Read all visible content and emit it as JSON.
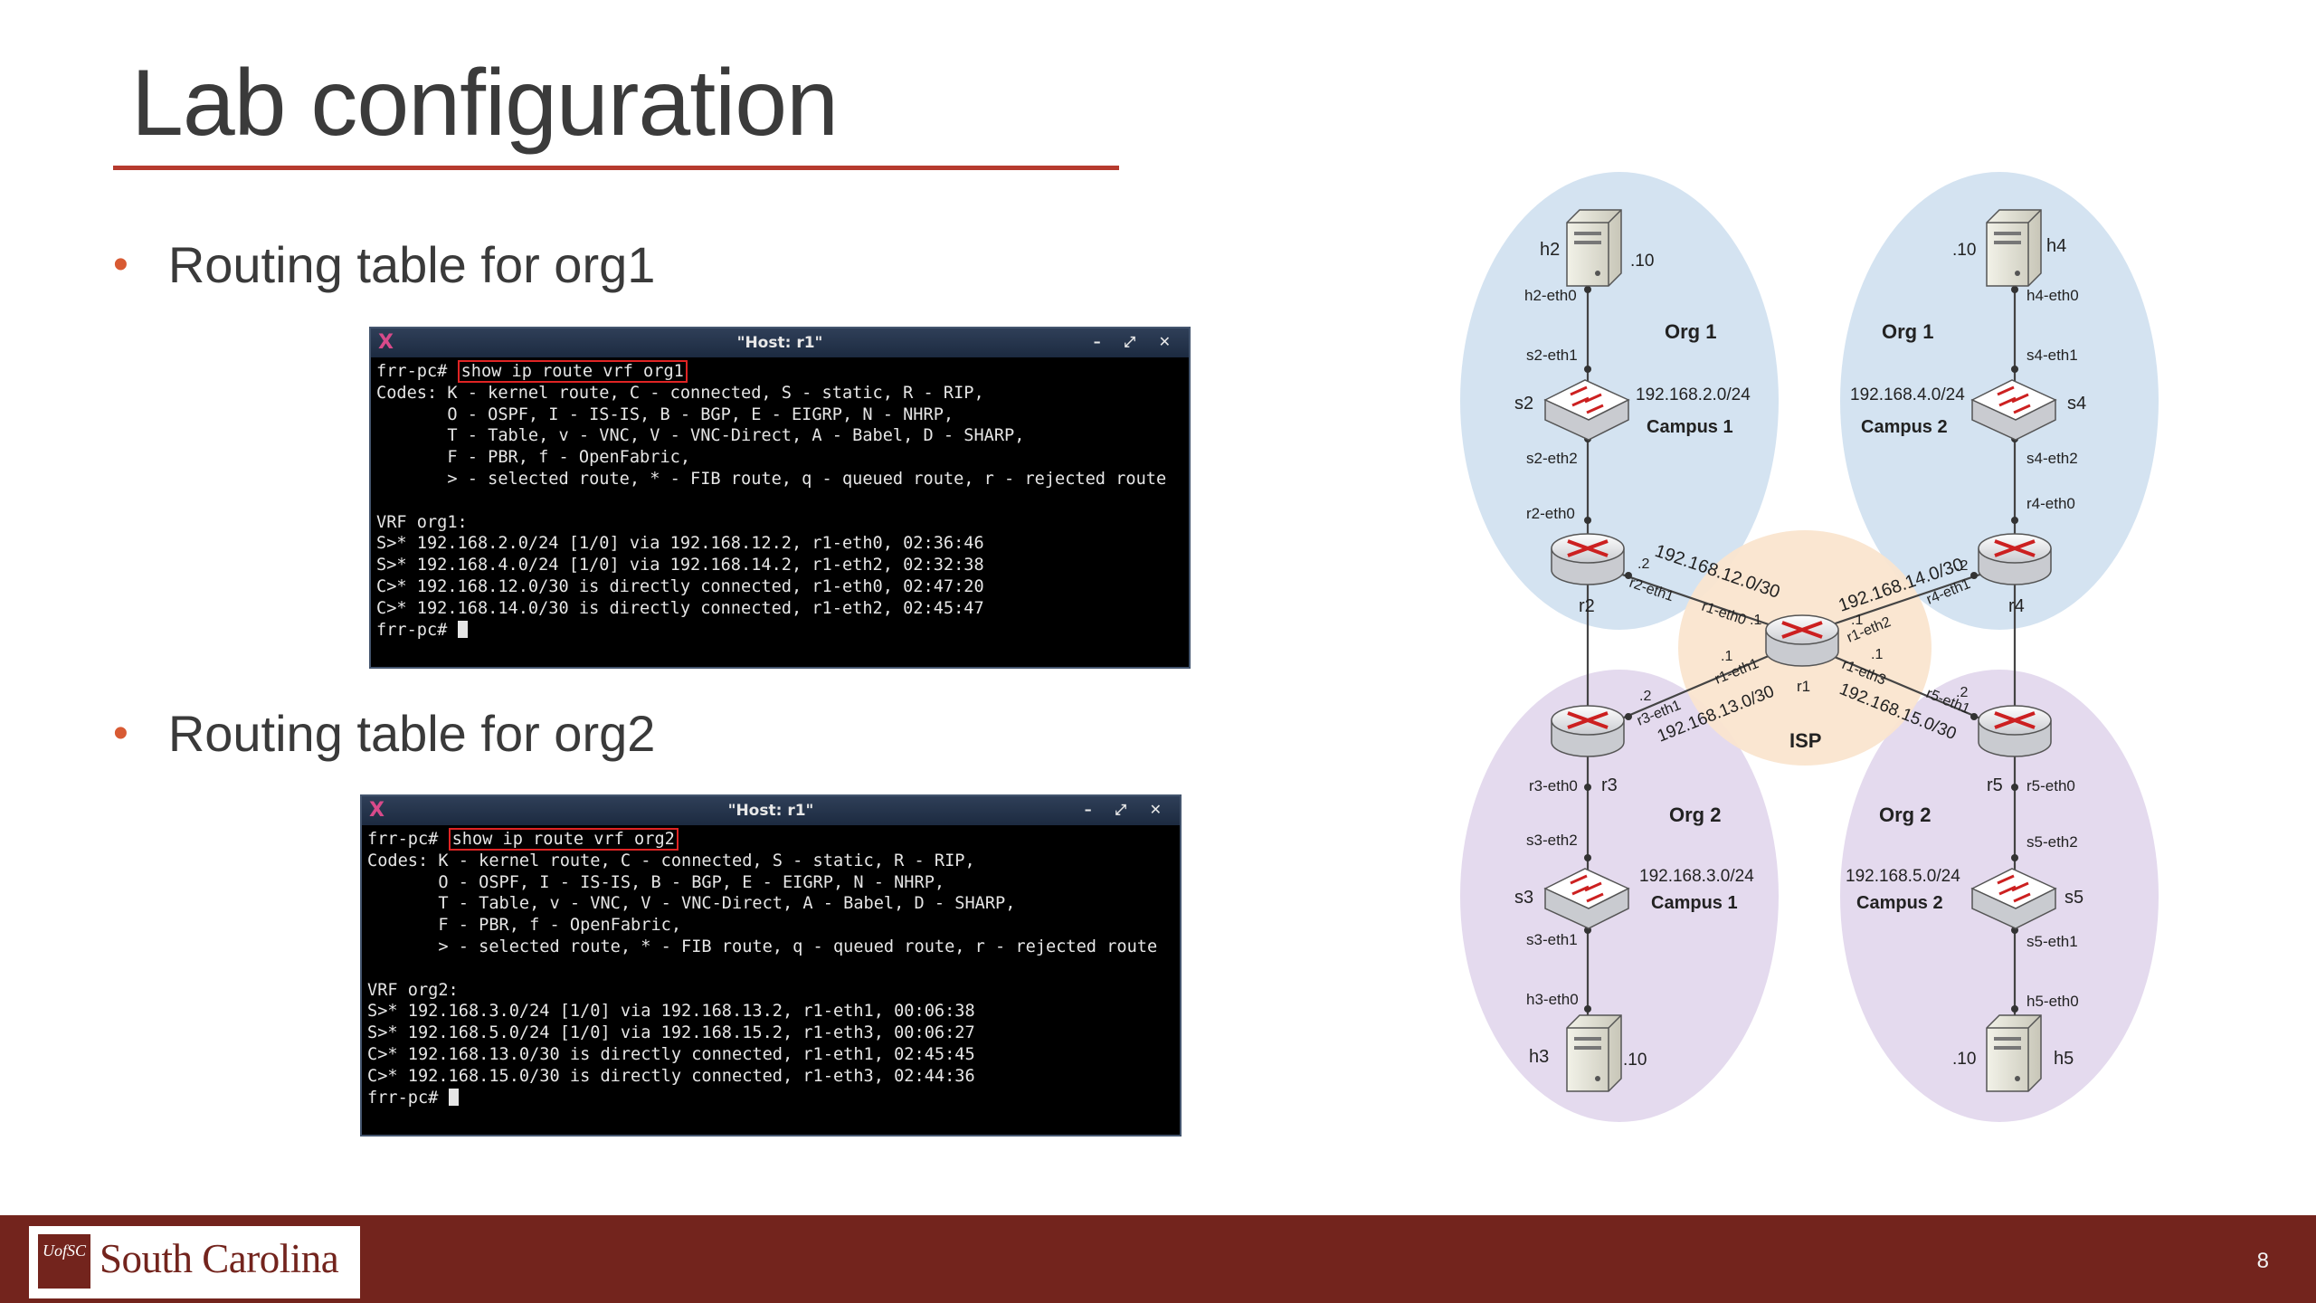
{
  "slide": {
    "title": "Lab configuration",
    "page_number": "8"
  },
  "sections": [
    {
      "bullet": "Routing table for org1",
      "terminal": {
        "window_title": "\"Host: r1\"",
        "controls": "– ⤢ ✕",
        "prompt": "frr-pc# ",
        "command": "show ip route vrf org1",
        "codes": "Codes: K - kernel route, C - connected, S - static, R - RIP,\n       O - OSPF, I - IS-IS, B - BGP, E - EIGRP, N - NHRP,\n       T - Table, v - VNC, V - VNC-Direct, A - Babel, D - SHARP,\n       F - PBR, f - OpenFabric,\n       > - selected route, * - FIB route, q - queued route, r - rejected route\n\nVRF org1:\nS>* 192.168.2.0/24 [1/0] via 192.168.12.2, r1-eth0, 02:36:46\nS>* 192.168.4.0/24 [1/0] via 192.168.14.2, r1-eth2, 02:32:38\nC>* 192.168.12.0/30 is directly connected, r1-eth0, 02:47:20\nC>* 192.168.14.0/30 is directly connected, r1-eth2, 02:45:47",
        "last_prompt": "frr-pc# "
      }
    },
    {
      "bullet": "Routing table for org2",
      "terminal": {
        "window_title": "\"Host: r1\"",
        "controls": "– ⤢ ✕",
        "prompt": "frr-pc# ",
        "command": "show ip route vrf org2",
        "codes": "Codes: K - kernel route, C - connected, S - static, R - RIP,\n       O - OSPF, I - IS-IS, B - BGP, E - EIGRP, N - NHRP,\n       T - Table, v - VNC, V - VNC-Direct, A - Babel, D - SHARP,\n       F - PBR, f - OpenFabric,\n       > - selected route, * - FIB route, q - queued route, r - rejected route\n\nVRF org2:\nS>* 192.168.3.0/24 [1/0] via 192.168.13.2, r1-eth1, 00:06:38\nS>* 192.168.5.0/24 [1/0] via 192.168.15.2, r1-eth3, 00:06:27\nC>* 192.168.13.0/30 is directly connected, r1-eth1, 02:45:45\nC>* 192.168.15.0/30 is directly connected, r1-eth3, 02:44:36",
        "last_prompt": "frr-pc# "
      }
    }
  ],
  "topology": {
    "isp": {
      "label": "ISP",
      "router": "r1"
    },
    "quadrants": {
      "tl": {
        "org": "Org 1",
        "campus": "Campus 1",
        "subnet": "192.168.2.0/24",
        "host": "h2",
        "host_if": "h2-eth0",
        "host_ip": ".10",
        "switch": "s2",
        "sw_up": "s2-eth1",
        "sw_down": "s2-eth2",
        "router": "r2",
        "router_if": "r2-eth0",
        "link_if": "r2-eth1",
        "link_ip": ".2",
        "link_net": "192.168.12.0/30",
        "r1_if": "r1-eth0",
        "r1_ip": ".1"
      },
      "tr": {
        "org": "Org 1",
        "campus": "Campus 2",
        "subnet": "192.168.4.0/24",
        "host": "h4",
        "host_if": "h4-eth0",
        "host_ip": ".10",
        "switch": "s4",
        "sw_up": "s4-eth1",
        "sw_down": "s4-eth2",
        "router": "r4",
        "router_if": "r4-eth0",
        "link_if": "r4-eth1",
        "link_ip": ".2",
        "link_net": "192.168.14.0/30",
        "r1_if": "r1-eth2",
        "r1_ip": ".1"
      },
      "bl": {
        "org": "Org 2",
        "campus": "Campus 1",
        "subnet": "192.168.3.0/24",
        "host": "h3",
        "host_if": "h3-eth0",
        "host_ip": ".10",
        "switch": "s3",
        "sw_up": "s3-eth2",
        "sw_down": "s3-eth1",
        "router": "r3",
        "router_if": "r3-eth0",
        "link_if": "r3-eth1",
        "link_ip": ".2",
        "link_net": "192.168.13.0/30",
        "r1_if": "r1-eth1",
        "r1_ip": ".1"
      },
      "br": {
        "org": "Org 2",
        "campus": "Campus 2",
        "subnet": "192.168.5.0/24",
        "host": "h5",
        "host_if": "h5-eth0",
        "host_ip": ".10",
        "switch": "s5",
        "sw_up": "s5-eth2",
        "sw_down": "s5-eth1",
        "router": "r5",
        "router_if": "r5-eth0",
        "link_if": "r5-eth1",
        "link_ip": ".2",
        "link_net": "192.168.15.0/30",
        "r1_if": "r1-eth3",
        "r1_ip": ".1"
      }
    }
  },
  "footer": {
    "university": "South Carolina",
    "seal_text": "UofSC"
  },
  "colors": {
    "accent_red": "#b63a2e",
    "footer_garnet": "#73241d",
    "org1_blue": "#d4e3f1",
    "org2_purple": "#e4daee",
    "isp_orange": "#fae5cf"
  }
}
